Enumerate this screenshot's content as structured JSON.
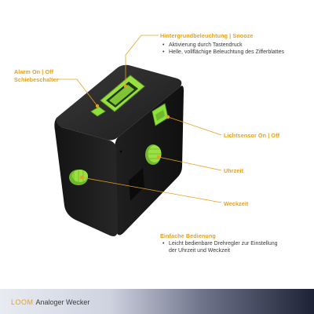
{
  "callouts": {
    "backlight": {
      "title": "Hintergrundbeleuchtung | Snooze",
      "bullets": [
        "Aktivierung durch Tastendruck",
        "Helle, vollflächige Beleuchtung des Zifferblattes"
      ]
    },
    "alarm": {
      "line1": "Alarm On | Off",
      "line2": "Schiebeschalter"
    },
    "light_sensor": {
      "title": "Lichtsensor On | Off"
    },
    "time": {
      "title": "Uhrzeit"
    },
    "alarm_time": {
      "title": "Weckzeit"
    },
    "operation": {
      "title": "Einfache Bedienung",
      "bullets": [
        "Leicht bedienbare Drehregler zur Einstellung",
        "der Uhrzeit und Weckzeit"
      ]
    }
  },
  "footer": {
    "brand": "LOOM",
    "product": "Analoger Wecker"
  },
  "colors": {
    "accent": "#e6a11c",
    "green": "#8ee03c",
    "body": "#1a1a1a"
  }
}
